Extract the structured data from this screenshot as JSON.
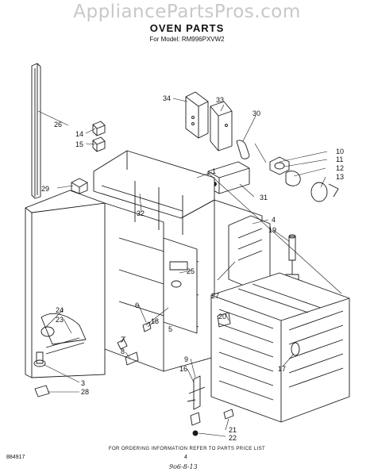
{
  "watermark": "AppliancePartsPros.com",
  "header": {
    "title": "OVEN PARTS",
    "subtitle": "For Model: RM996PXVW2"
  },
  "callouts": [
    "26",
    "14",
    "15",
    "29",
    "34",
    "33",
    "30",
    "10",
    "11",
    "12",
    "13",
    "1",
    "31",
    "32",
    "4",
    "19",
    "25",
    "27",
    "24",
    "23",
    "6",
    "5",
    "18",
    "20",
    "7",
    "8",
    "9",
    "16",
    "17",
    "3",
    "28",
    "21",
    "22"
  ],
  "footer": {
    "note": "FOR ORDERING INFORMATION REFER TO PARTS PRICE LIST",
    "doc_code": "884917",
    "page": "4",
    "handwritten": "9o6-8-13"
  }
}
